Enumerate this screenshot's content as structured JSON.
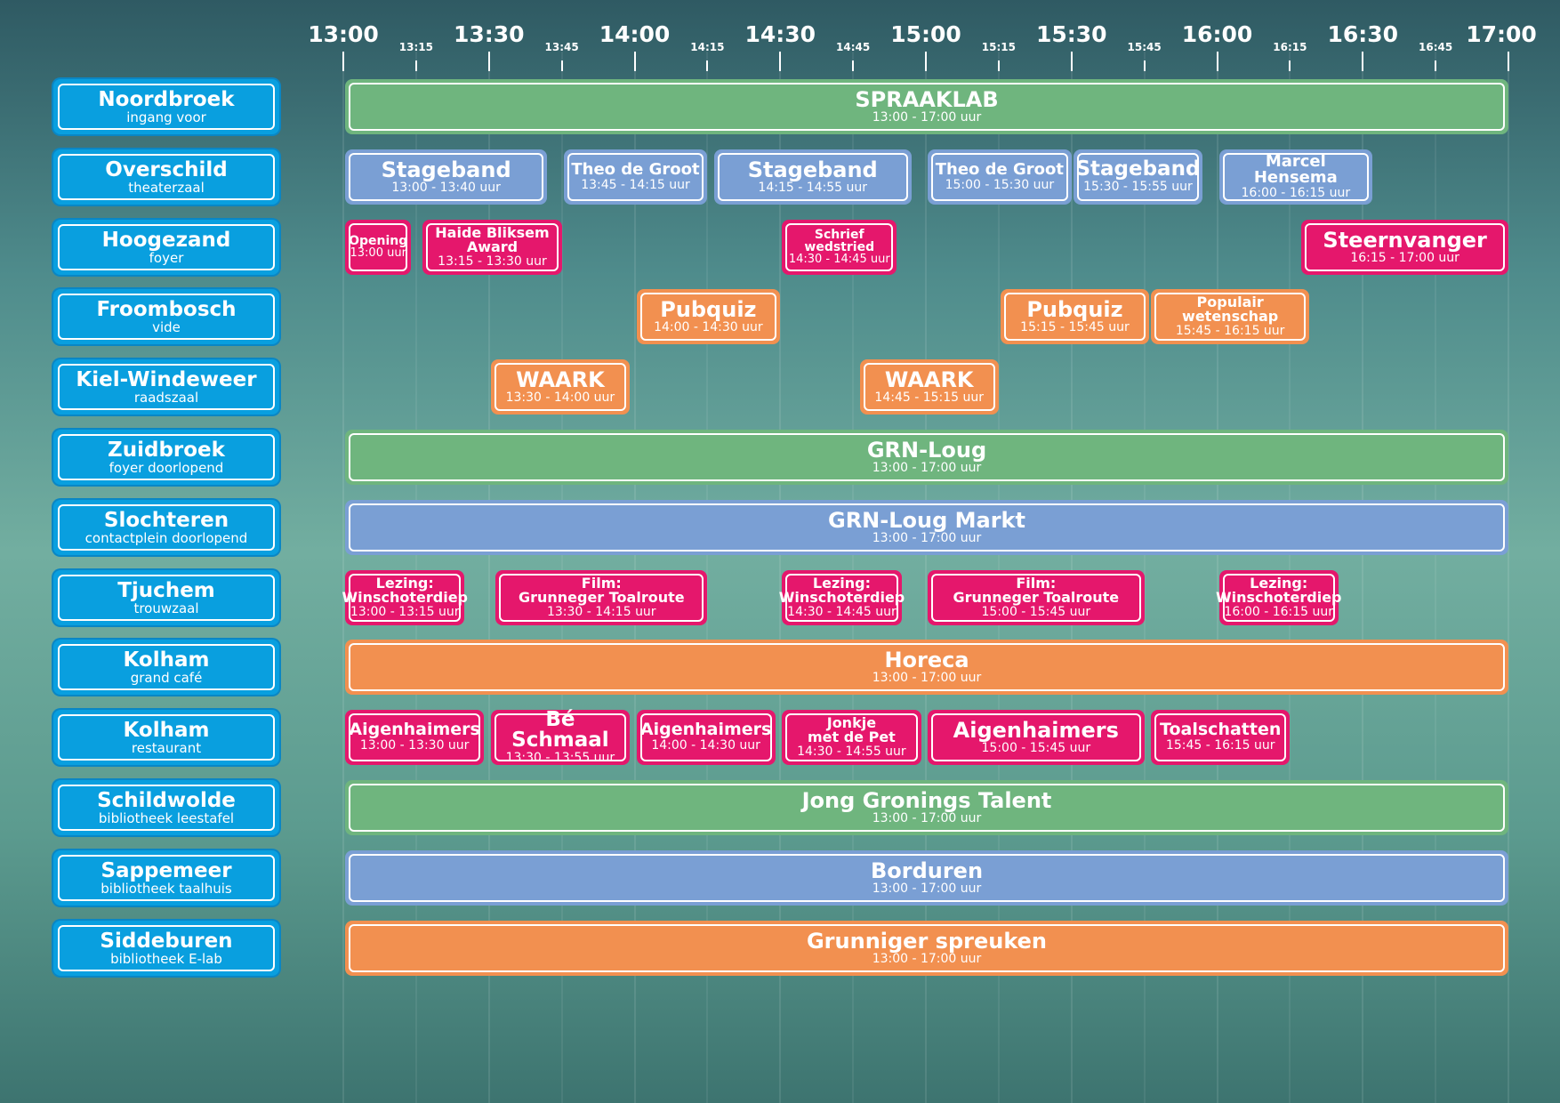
{
  "colors": {
    "green": "#6fb57e",
    "blue": "#7a9fd4",
    "pink": "#e5176c",
    "orange": "#f29050",
    "room": "#099fdf"
  },
  "timeline": {
    "start": "13:00",
    "end": "17:00",
    "major_labels": [
      "13:00",
      "13:30",
      "14:00",
      "14:30",
      "15:00",
      "15:30",
      "16:00",
      "16:30",
      "17:00"
    ],
    "minor_labels": [
      "13:15",
      "13:45",
      "14:15",
      "14:45",
      "15:15",
      "15:45",
      "16:15",
      "16:45"
    ]
  },
  "rooms": [
    {
      "name": "Noordbroek",
      "sub": "ingang voor",
      "events": [
        {
          "title": "SPRAAKLAB",
          "time": "13:00 - 17:00 uur",
          "start": "13:00",
          "end": "17:00",
          "color": "green"
        }
      ]
    },
    {
      "name": "Overschild",
      "sub": "theaterzaal",
      "events": [
        {
          "title": "Stageband",
          "time": "13:00 - 13:40 uur",
          "start": "13:00",
          "end": "13:42",
          "color": "blue"
        },
        {
          "title": "Theo de Groot",
          "time": "13:45 - 14:15 uur",
          "start": "13:45",
          "end": "14:15",
          "color": "blue"
        },
        {
          "title": "Stageband",
          "time": "14:15 - 14:55 uur",
          "start": "14:16",
          "end": "14:57",
          "color": "blue"
        },
        {
          "title": "Theo de Groot",
          "time": "15:00 - 15:30 uur",
          "start": "15:00",
          "end": "15:30",
          "color": "blue"
        },
        {
          "title": "Stageband",
          "time": "15:30 - 15:55 uur",
          "start": "15:30",
          "end": "15:57",
          "color": "blue"
        },
        {
          "title": "Marcel Hensema",
          "time": "16:00 - 16:15 uur",
          "start": "16:00",
          "end": "16:32",
          "color": "blue"
        }
      ]
    },
    {
      "name": "Hoogezand",
      "sub": "foyer",
      "events": [
        {
          "title": "Opening",
          "time": "13:00 uur",
          "start": "13:00",
          "end": "13:14",
          "color": "pink"
        },
        {
          "title": "Haide Bliksem\nAward",
          "time": "13:15 - 13:30 uur",
          "start": "13:16",
          "end": "13:45",
          "color": "pink"
        },
        {
          "title": "Schrief\nwedstried",
          "time": "14:30 - 14:45 uur",
          "start": "14:30",
          "end": "14:54",
          "color": "pink"
        },
        {
          "title": "Steernvanger",
          "time": "16:15 - 17:00 uur",
          "start": "16:17",
          "end": "17:00",
          "color": "pink"
        }
      ]
    },
    {
      "name": "Froombosch",
      "sub": "vide",
      "events": [
        {
          "title": "Pubquiz",
          "time": "14:00 - 14:30 uur",
          "start": "14:00",
          "end": "14:30",
          "color": "orange"
        },
        {
          "title": "Pubquiz",
          "time": "15:15 - 15:45 uur",
          "start": "15:15",
          "end": "15:46",
          "color": "orange"
        },
        {
          "title": "Populair\nwetenschap",
          "time": "15:45 - 16:15 uur",
          "start": "15:46",
          "end": "16:19",
          "color": "orange"
        }
      ]
    },
    {
      "name": "Kiel-Windeweer",
      "sub": "raadszaal",
      "events": [
        {
          "title": "WAARK",
          "time": "13:30 - 14:00 uur",
          "start": "13:30",
          "end": "13:59",
          "color": "orange"
        },
        {
          "title": "WAARK",
          "time": "14:45 - 15:15 uur",
          "start": "14:46",
          "end": "15:15",
          "color": "orange"
        }
      ]
    },
    {
      "name": "Zuidbroek",
      "sub": "foyer doorlopend",
      "events": [
        {
          "title": "GRN-Loug",
          "time": "13:00 - 17:00 uur",
          "start": "13:00",
          "end": "17:00",
          "color": "green"
        }
      ]
    },
    {
      "name": "Slochteren",
      "sub": "contactplein doorlopend",
      "events": [
        {
          "title": "GRN-Loug Markt",
          "time": "13:00 - 17:00 uur",
          "start": "13:00",
          "end": "17:00",
          "color": "blue"
        }
      ]
    },
    {
      "name": "Tjuchem",
      "sub": "trouwzaal",
      "events": [
        {
          "title": "Lezing:\nWinschoterdiep",
          "time": "13:00 - 13:15 uur",
          "start": "13:00",
          "end": "13:25",
          "color": "pink"
        },
        {
          "title": "Film:\nGrunneger Toalroute",
          "time": "13:30 - 14:15 uur",
          "start": "13:31",
          "end": "14:15",
          "color": "pink"
        },
        {
          "title": "Lezing:\nWinschoterdiep",
          "time": "14:30 - 14:45 uur",
          "start": "14:30",
          "end": "14:55",
          "color": "pink"
        },
        {
          "title": "Film:\nGrunneger Toalroute",
          "time": "15:00 - 15:45 uur",
          "start": "15:00",
          "end": "15:45",
          "color": "pink"
        },
        {
          "title": "Lezing:\nWinschoterdiep",
          "time": "16:00 - 16:15 uur",
          "start": "16:00",
          "end": "16:25",
          "color": "pink"
        }
      ]
    },
    {
      "name": "Kolham",
      "sub": "grand café",
      "events": [
        {
          "title": "Horeca",
          "time": "13:00 - 17:00 uur",
          "start": "13:00",
          "end": "17:00",
          "color": "orange"
        }
      ]
    },
    {
      "name": "Kolham",
      "sub": "restaurant",
      "events": [
        {
          "title": "Aigenhaimers",
          "time": "13:00 - 13:30 uur",
          "start": "13:00",
          "end": "13:29",
          "color": "pink"
        },
        {
          "title": "Bé Schmaal",
          "time": "13:30 - 13:55 uur",
          "start": "13:30",
          "end": "13:59",
          "color": "pink"
        },
        {
          "title": "Aigenhaimers",
          "time": "14:00 - 14:30 uur",
          "start": "14:00",
          "end": "14:29",
          "color": "pink"
        },
        {
          "title": "Jonkje\nmet de Pet",
          "time": "14:30 - 14:55 uur",
          "start": "14:30",
          "end": "14:59",
          "color": "pink"
        },
        {
          "title": "Aigenhaimers",
          "time": "15:00 - 15:45 uur",
          "start": "15:00",
          "end": "15:45",
          "color": "pink"
        },
        {
          "title": "Toalschatten",
          "time": "15:45 - 16:15 uur",
          "start": "15:46",
          "end": "16:15",
          "color": "pink"
        }
      ]
    },
    {
      "name": "Schildwolde",
      "sub": "bibliotheek leestafel",
      "events": [
        {
          "title": "Jong Gronings Talent",
          "time": "13:00 - 17:00 uur",
          "start": "13:00",
          "end": "17:00",
          "color": "green"
        }
      ]
    },
    {
      "name": "Sappemeer",
      "sub": "bibliotheek taalhuis",
      "events": [
        {
          "title": "Borduren",
          "time": "13:00 - 17:00 uur",
          "start": "13:00",
          "end": "17:00",
          "color": "blue"
        }
      ]
    },
    {
      "name": "Siddeburen",
      "sub": "bibliotheek E-lab",
      "events": [
        {
          "title": "Grunniger spreuken",
          "time": "13:00 - 17:00 uur",
          "start": "13:00",
          "end": "17:00",
          "color": "orange"
        }
      ]
    }
  ]
}
